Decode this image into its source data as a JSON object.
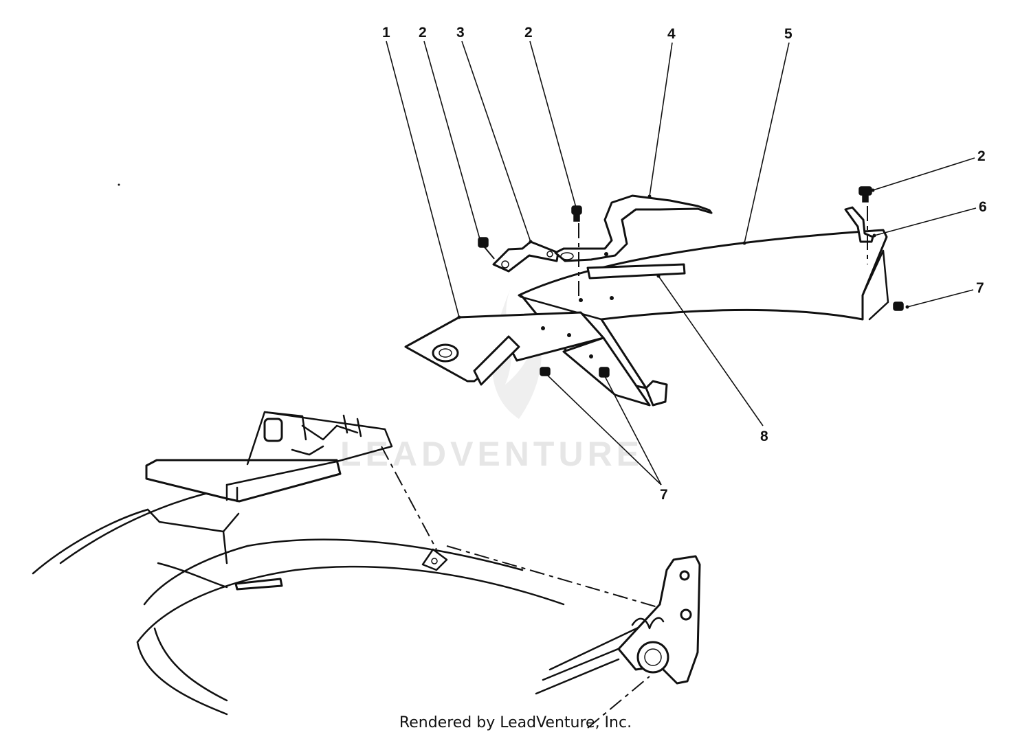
{
  "callouts": [
    {
      "id": "c1",
      "label": "1"
    },
    {
      "id": "c2a",
      "label": "2"
    },
    {
      "id": "c3",
      "label": "3"
    },
    {
      "id": "c2b",
      "label": "2"
    },
    {
      "id": "c4",
      "label": "4"
    },
    {
      "id": "c5",
      "label": "5"
    },
    {
      "id": "c2c",
      "label": "2"
    },
    {
      "id": "c6",
      "label": "6"
    },
    {
      "id": "c7a",
      "label": "7"
    },
    {
      "id": "c8",
      "label": "8"
    },
    {
      "id": "c7b",
      "label": "7"
    }
  ],
  "watermark": {
    "text": "LEADVENTURE",
    "logo": "leadventure-flame-logo"
  },
  "footer": {
    "credit": "Rendered by LeadVenture, Inc."
  }
}
